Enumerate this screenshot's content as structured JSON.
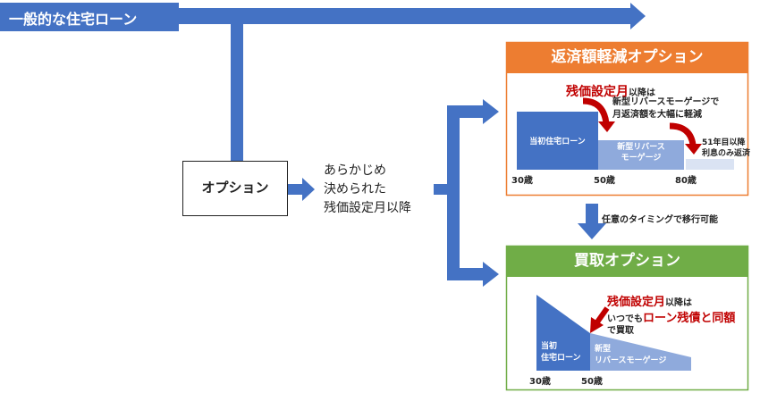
{
  "top_banner": {
    "label": "一般的な住宅ローン"
  },
  "option_box": {
    "label": "オプション"
  },
  "condition_text": [
    "あらかじめ",
    "決められた",
    "残価設定月以降"
  ],
  "reduction_option": {
    "title": "返済額軽減オプション",
    "note_red": "残価設定月",
    "note_rest": "以降は",
    "note_lines": [
      "新型リバースモーゲージで",
      "月返済額を大幅に軽減"
    ],
    "block_initial": "当初住宅ローン",
    "block_reverse": [
      "新型リバース",
      "モーゲージ"
    ],
    "after_lines": [
      "51年目以降",
      "利息のみ返済"
    ],
    "ages": [
      "30歳",
      "50歳",
      "80歳"
    ]
  },
  "transition_text": "任意のタイミングで移行可能",
  "buyback_option": {
    "title": "買取オプション",
    "note_red": "残価設定月",
    "note_rest": "以降は",
    "note2_prefix": "いつでも",
    "note2_red": "ローン残債と同額",
    "note3": "で買取",
    "block_initial": [
      "当初",
      "住宅ローン"
    ],
    "block_reverse": [
      "新型",
      "リバースモーゲージ"
    ],
    "ages": [
      "30歳",
      "50歳"
    ]
  },
  "colors": {
    "blue": "#4472C4",
    "light_blue": "#8FAADC",
    "pale_blue": "#DAE3F3",
    "orange": "#ED7D31",
    "green": "#70AD47",
    "red": "#C00000"
  }
}
